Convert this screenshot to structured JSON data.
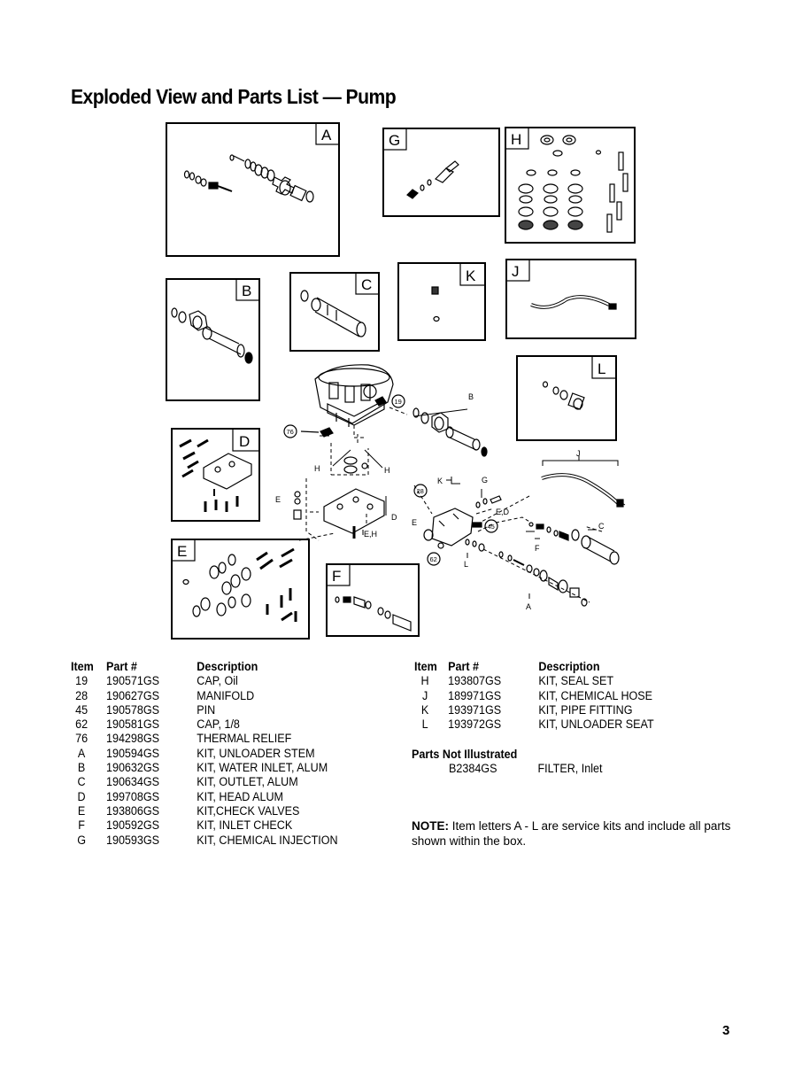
{
  "page": {
    "title": "Exploded View and Parts List — Pump",
    "page_number": "3"
  },
  "diagram": {
    "kit_box_letters": [
      "A",
      "G",
      "H",
      "B",
      "C",
      "K",
      "J",
      "L",
      "D",
      "E",
      "F"
    ],
    "callouts": {
      "b": "B",
      "j": "J",
      "c": "C",
      "f": "F",
      "a": "A",
      "l": "L",
      "e": "E",
      "d": "D",
      "g": "G",
      "k": "K",
      "h1": "H",
      "h2": "H",
      "e2": "E",
      "ed": "E,D",
      "eh": "E,H",
      "n19": "19",
      "n76": "76",
      "n28": "28",
      "n45": "45",
      "n62": "62"
    }
  },
  "parts_list": {
    "headers": {
      "item": "Item",
      "part": "Part #",
      "description": "Description"
    },
    "left": [
      {
        "item": "19",
        "part": "190571GS",
        "description": "CAP, Oil"
      },
      {
        "item": "28",
        "part": "190627GS",
        "description": "MANIFOLD"
      },
      {
        "item": "45",
        "part": "190578GS",
        "description": "PIN"
      },
      {
        "item": "62",
        "part": "190581GS",
        "description": "CAP, 1/8"
      },
      {
        "item": "76",
        "part": "194298GS",
        "description": "THERMAL RELIEF"
      },
      {
        "item": "A",
        "part": "190594GS",
        "description": "KIT, UNLOADER STEM"
      },
      {
        "item": "B",
        "part": "190632GS",
        "description": "KIT, WATER INLET, ALUM"
      },
      {
        "item": "C",
        "part": "190634GS",
        "description": "KIT, OUTLET, ALUM"
      },
      {
        "item": "D",
        "part": "199708GS",
        "description": "KIT, HEAD ALUM"
      },
      {
        "item": "E",
        "part": "193806GS",
        "description": "KIT,CHECK VALVES"
      },
      {
        "item": "F",
        "part": "190592GS",
        "description": "KIT, INLET CHECK"
      },
      {
        "item": "G",
        "part": "190593GS",
        "description": "KIT, CHEMICAL INJECTION"
      }
    ],
    "right": [
      {
        "item": "H",
        "part": "193807GS",
        "description": "KIT, SEAL SET"
      },
      {
        "item": "J",
        "part": "189971GS",
        "description": "KIT, CHEMICAL HOSE"
      },
      {
        "item": "K",
        "part": "193971GS",
        "description": "KIT, PIPE FITTING"
      },
      {
        "item": "L",
        "part": "193972GS",
        "description": "KIT, UNLOADER SEAT"
      }
    ],
    "not_illustrated": {
      "heading": "Parts Not Illustrated",
      "part": "B2384GS",
      "description": "FILTER, Inlet"
    }
  },
  "note": {
    "label": "NOTE:",
    "text": " Item letters A - L are service kits and include all parts shown within the box."
  }
}
